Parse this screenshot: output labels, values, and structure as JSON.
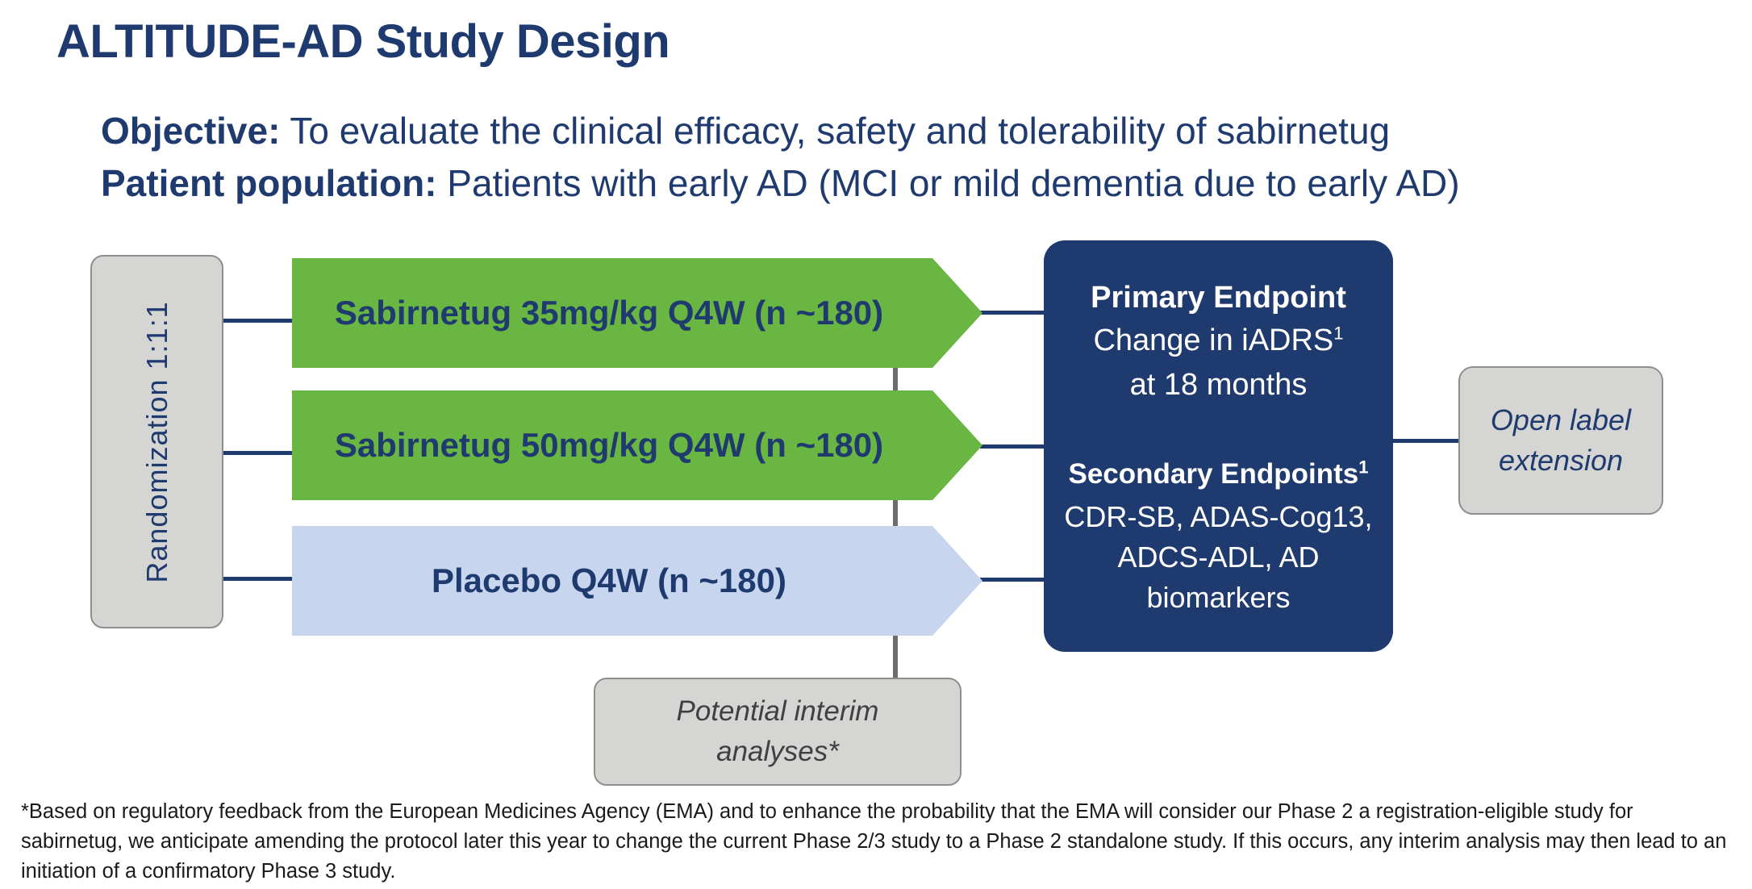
{
  "title": "ALTITUDE-AD Study Design",
  "objective": {
    "label": "Objective:",
    "text": " To evaluate the clinical efficacy, safety and tolerability of sabirnetug"
  },
  "population": {
    "label": "Patient population:",
    "text": " Patients with early AD (MCI or mild dementia due to early AD)"
  },
  "randomization": "Randomization 1:1:1",
  "arms": [
    {
      "label": "Sabirnetug 35mg/kg Q4W (n ~180)",
      "color": "#6ab643"
    },
    {
      "label": "Sabirnetug 50mg/kg Q4W (n ~180)",
      "color": "#6ab643"
    },
    {
      "label": "Placebo Q4W (n ~180)",
      "color": "#c7d5ee"
    }
  ],
  "endpoints": {
    "primary_title": "Primary Endpoint",
    "primary_line1": "Change in iADRS",
    "primary_line1_sup": "1",
    "primary_line2": "at 18 months",
    "secondary_title": "Secondary Endpoints",
    "secondary_title_sup": "1",
    "secondary_line1": "CDR-SB, ADAS-Cog13,",
    "secondary_line2": "ADCS-ADL, AD",
    "secondary_line3": "biomarkers"
  },
  "open_label": {
    "line1": "Open label",
    "line2": "extension"
  },
  "interim": {
    "line1": "Potential interim",
    "line2": "analyses*"
  },
  "footnote": "*Based on regulatory feedback from the European Medicines Agency (EMA) and to enhance the probability that the EMA will consider our Phase 2 a registration-eligible study for sabirnetug, we anticipate amending the protocol later this year to change the current Phase 2/3 study to a Phase 2 standalone study. If this occurs, any interim analysis may then lead to an initiation of a confirmatory Phase 3 study.",
  "colors": {
    "navy": "#1f3a6e",
    "green": "#6ab643",
    "light_blue": "#c7d5ee",
    "gray_box": "#d5d6d3"
  }
}
